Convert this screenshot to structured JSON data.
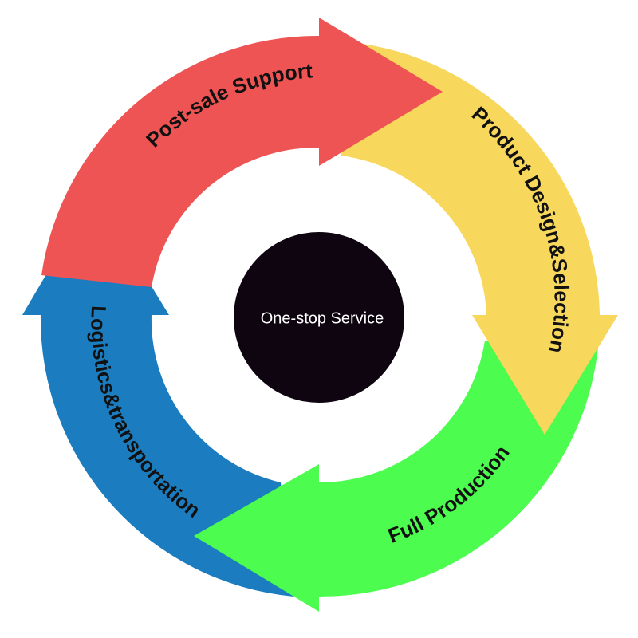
{
  "center": {
    "label": "One-stop Service",
    "color": "#0e0510"
  },
  "cycle": [
    {
      "id": "post-sale-support",
      "label": "Post-sale Support",
      "color": "#ef5454"
    },
    {
      "id": "product-design-selection",
      "label": "Product Design&Selection",
      "color": "#f8d85c"
    },
    {
      "id": "full-production",
      "label": "Full Production",
      "color": "#4cfd4f"
    },
    {
      "id": "logistics-transportation",
      "label": "Logistics&transportation",
      "color": "#1b7dbf"
    }
  ]
}
